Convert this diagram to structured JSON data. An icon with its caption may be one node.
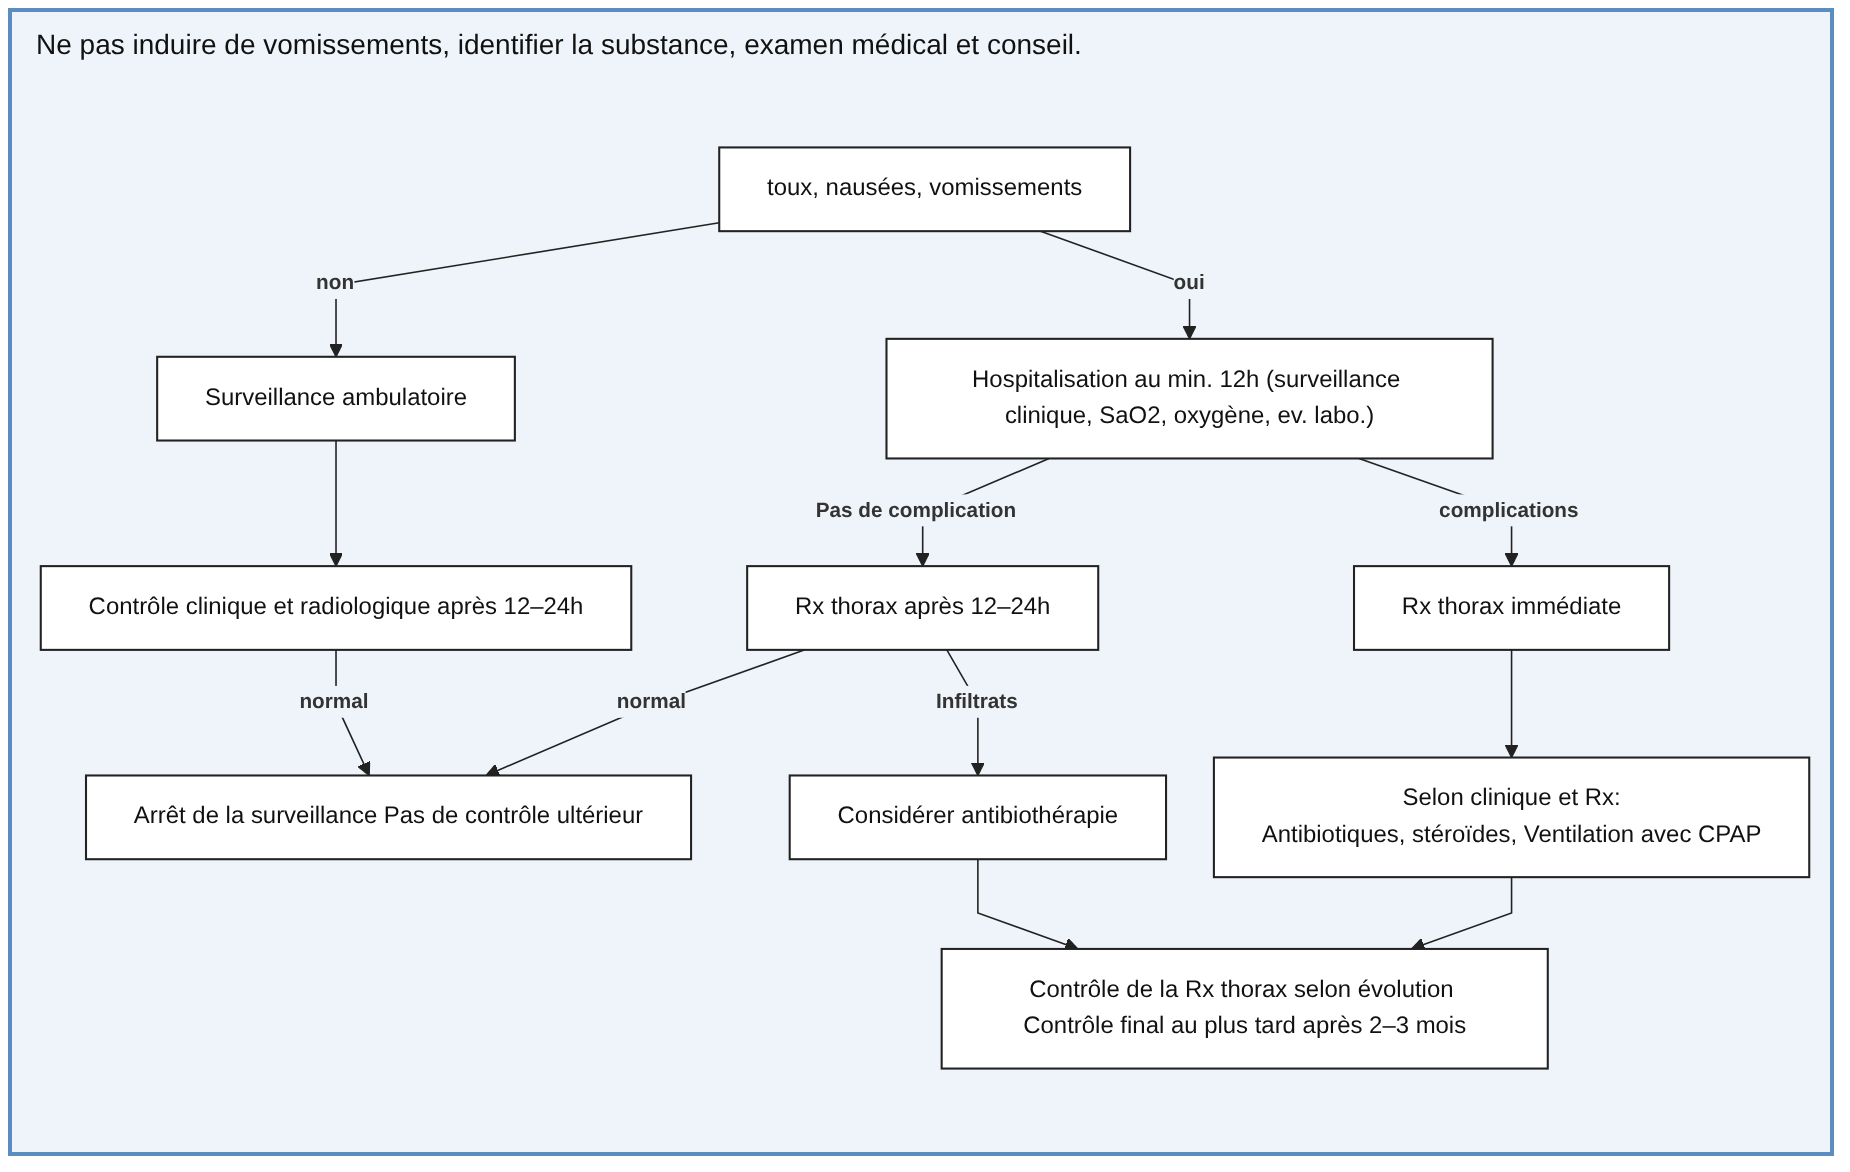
{
  "diagram": {
    "title": "Ne pas induire de vomissements, identifier la substance, examen médical et conseil.",
    "nodes": [
      {
        "text": [
          "toux, nausées, vomissements"
        ]
      },
      {
        "text": [
          "Surveillance ambulatoire"
        ]
      },
      {
        "text": [
          "Hospitalisation au min. 12h (surveillance clinique, SaO2, oxygène, ev. labo.)"
        ]
      },
      {
        "text": [
          "Contrôle clinique et radiologique après 12–24h"
        ]
      },
      {
        "text": [
          "Rx thorax après 12–24h"
        ]
      },
      {
        "text": [
          "Rx thorax immédiate"
        ]
      },
      {
        "text": [
          "Considérer antibiothérapie"
        ]
      },
      {
        "text": [
          "Selon clinique et Rx:",
          "Antibiotiques, stéroïdes, Ventilation avec CPAP"
        ]
      },
      {
        "text": [
          "Arrêt de la surveillance Pas de contrôle ultérieur"
        ]
      },
      {
        "text": [
          "Contrôle de la Rx thorax selon évolution Contrôle final au plus tard après 2–3 mois"
        ]
      }
    ],
    "edges": [
      {
        "from": 0,
        "to": 1,
        "arrow": "to",
        "label": "non"
      },
      {
        "from": 0,
        "to": 2,
        "arrow": "to",
        "label": "oui"
      },
      {
        "from": 1,
        "to": 3,
        "arrow": "to"
      },
      {
        "from": 3,
        "to": 8,
        "arrow": "to",
        "label": "normal"
      },
      {
        "from": 2,
        "to": 4,
        "arrow": "to",
        "label": "Pas de complication"
      },
      {
        "from": 2,
        "to": 5,
        "arrow": "to",
        "label": "complications"
      },
      {
        "from": 4,
        "to": 8,
        "arrow": "to",
        "label": "normal"
      },
      {
        "from": 4,
        "to": 6,
        "arrow": "to",
        "label": "Infiltrats"
      },
      {
        "from": 6,
        "to": 9,
        "arrow": "to"
      },
      {
        "from": 5,
        "to": 7,
        "arrow": "to"
      },
      {
        "from": 7,
        "to": 9,
        "arrow": "to"
      }
    ]
  }
}
